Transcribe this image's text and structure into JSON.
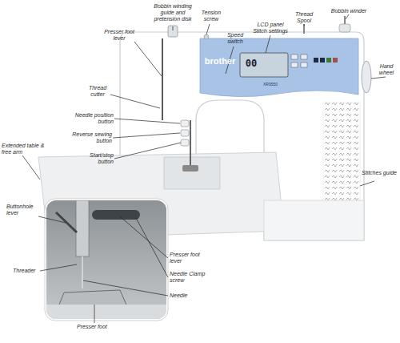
{
  "diagram": {
    "labels": [
      "Bobbin winding guide and pretension disk",
      "Tension screw",
      "Presser foot lever",
      "Speed switch",
      "LCD panel Stitch settings",
      "Thread Spool",
      "Bobbin winder",
      "Hand wheel",
      "Thread cutter",
      "Needle position button",
      "Reverse sewing button",
      "Start/stop button",
      "Extended table & free arm",
      "Stitches guide",
      "Buttonhole lever",
      "Threader",
      "Presser foot lever",
      "Needle Clamp screw",
      "Needle",
      "Presser foot",
      "brother",
      "XR9550",
      "00"
    ]
  }
}
